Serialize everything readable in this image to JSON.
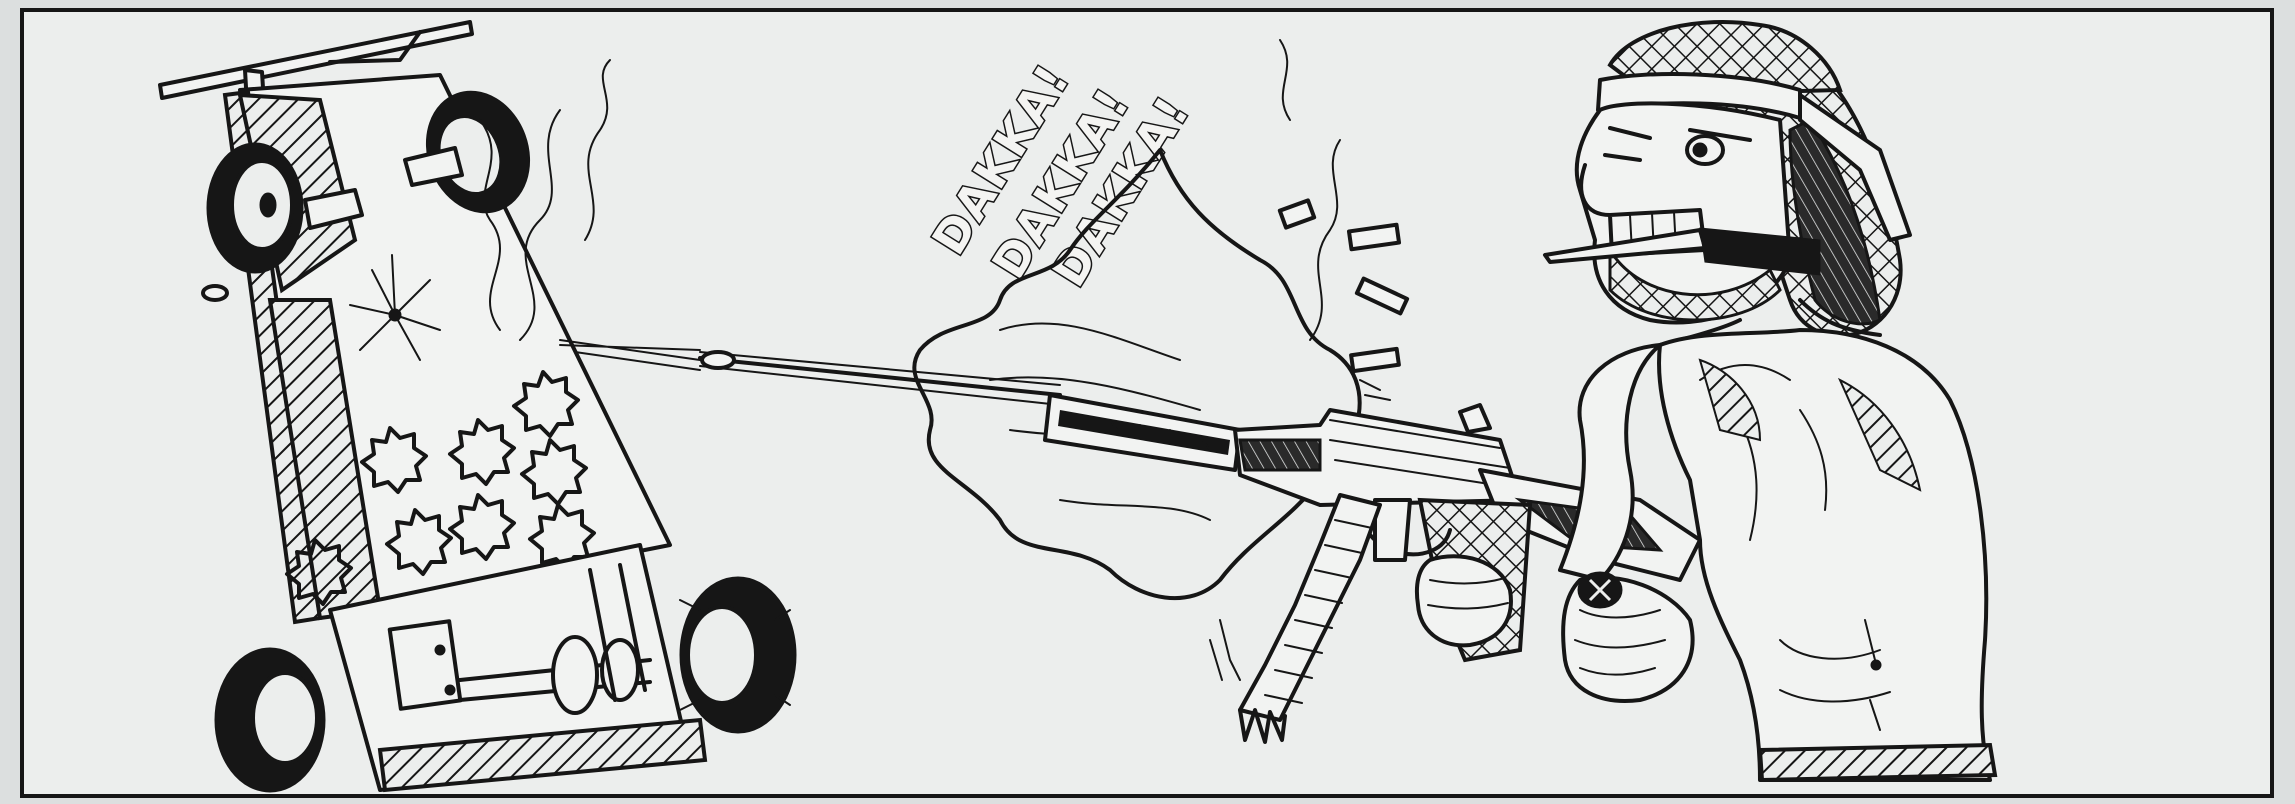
{
  "sound_effect": {
    "lines": [
      "DAKKA!",
      "DAKKA!",
      "DAKKA!"
    ]
  },
  "colors": {
    "paper": "#dcdfdf",
    "panel": "#eceeed",
    "ink": "#161616"
  }
}
